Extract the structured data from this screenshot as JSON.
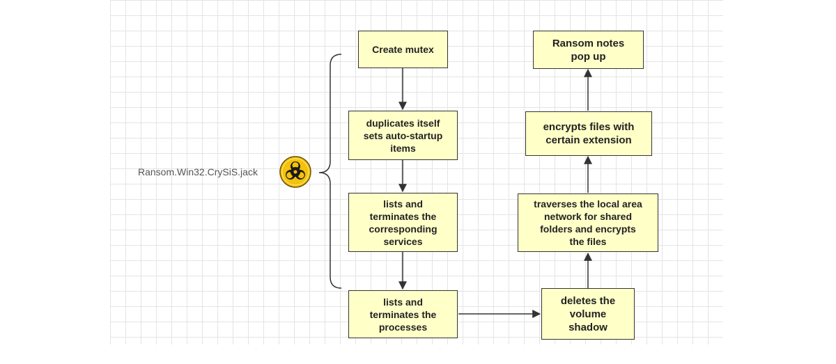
{
  "diagram": {
    "subject_label": "Ransom.Win32.CrySiS.jack",
    "icon": "biohazard-icon",
    "colors": {
      "box_fill": "#ffffc8",
      "box_border": "#333333",
      "arrow": "#333333",
      "icon_fill": "#f4c20d"
    },
    "steps": {
      "create_mutex": "Create mutex",
      "duplicates": "duplicates itself\nsets auto-startup\nitems",
      "terminate_services": "lists and\nterminates the\ncorresponding\nservices",
      "terminate_processes": "lists and\nterminates the\nprocesses",
      "delete_shadow": "deletes the\nvolume\nshadow",
      "traverse_network": "traverses the local area\nnetwork for shared\nfolders and encrypts\nthe files",
      "encrypt_files": "encrypts files with\ncertain extension",
      "ransom_notes": "Ransom notes\npop up"
    }
  }
}
